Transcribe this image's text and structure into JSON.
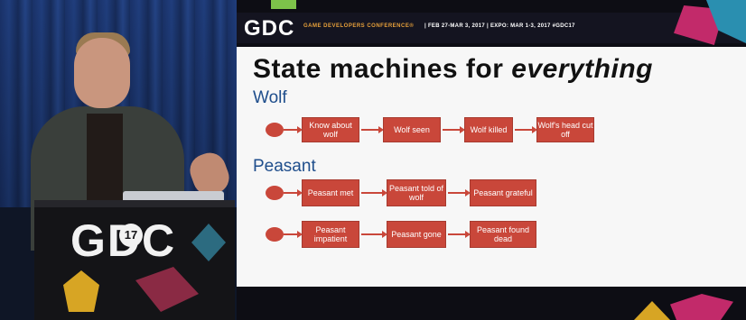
{
  "podium": {
    "logo": "GDC",
    "logo_badge": "17"
  },
  "slide": {
    "header": {
      "logo": "GDC",
      "conference": "GAME DEVELOPERS CONFERENCE®",
      "dates": "| FEB 27-MAR 3, 2017 | EXPO: MAR 1-3, 2017 #GDC17"
    },
    "title_prefix": "State machines for ",
    "title_emphasis": "everything",
    "sections": [
      {
        "label": "Wolf",
        "rows": [
          [
            "Know about wolf",
            "Wolf seen",
            "Wolf killed",
            "Wolf's head cut off"
          ]
        ]
      },
      {
        "label": "Peasant",
        "rows": [
          [
            "Peasant met",
            "Peasant told of wolf",
            "Peasant grateful"
          ],
          [
            "Peasant impatient",
            "Peasant gone",
            "Peasant found dead"
          ]
        ]
      }
    ]
  },
  "colors": {
    "accent_red": "#c9473a",
    "section_blue": "#1f4e8c",
    "brand_orange": "#e8a13a"
  }
}
